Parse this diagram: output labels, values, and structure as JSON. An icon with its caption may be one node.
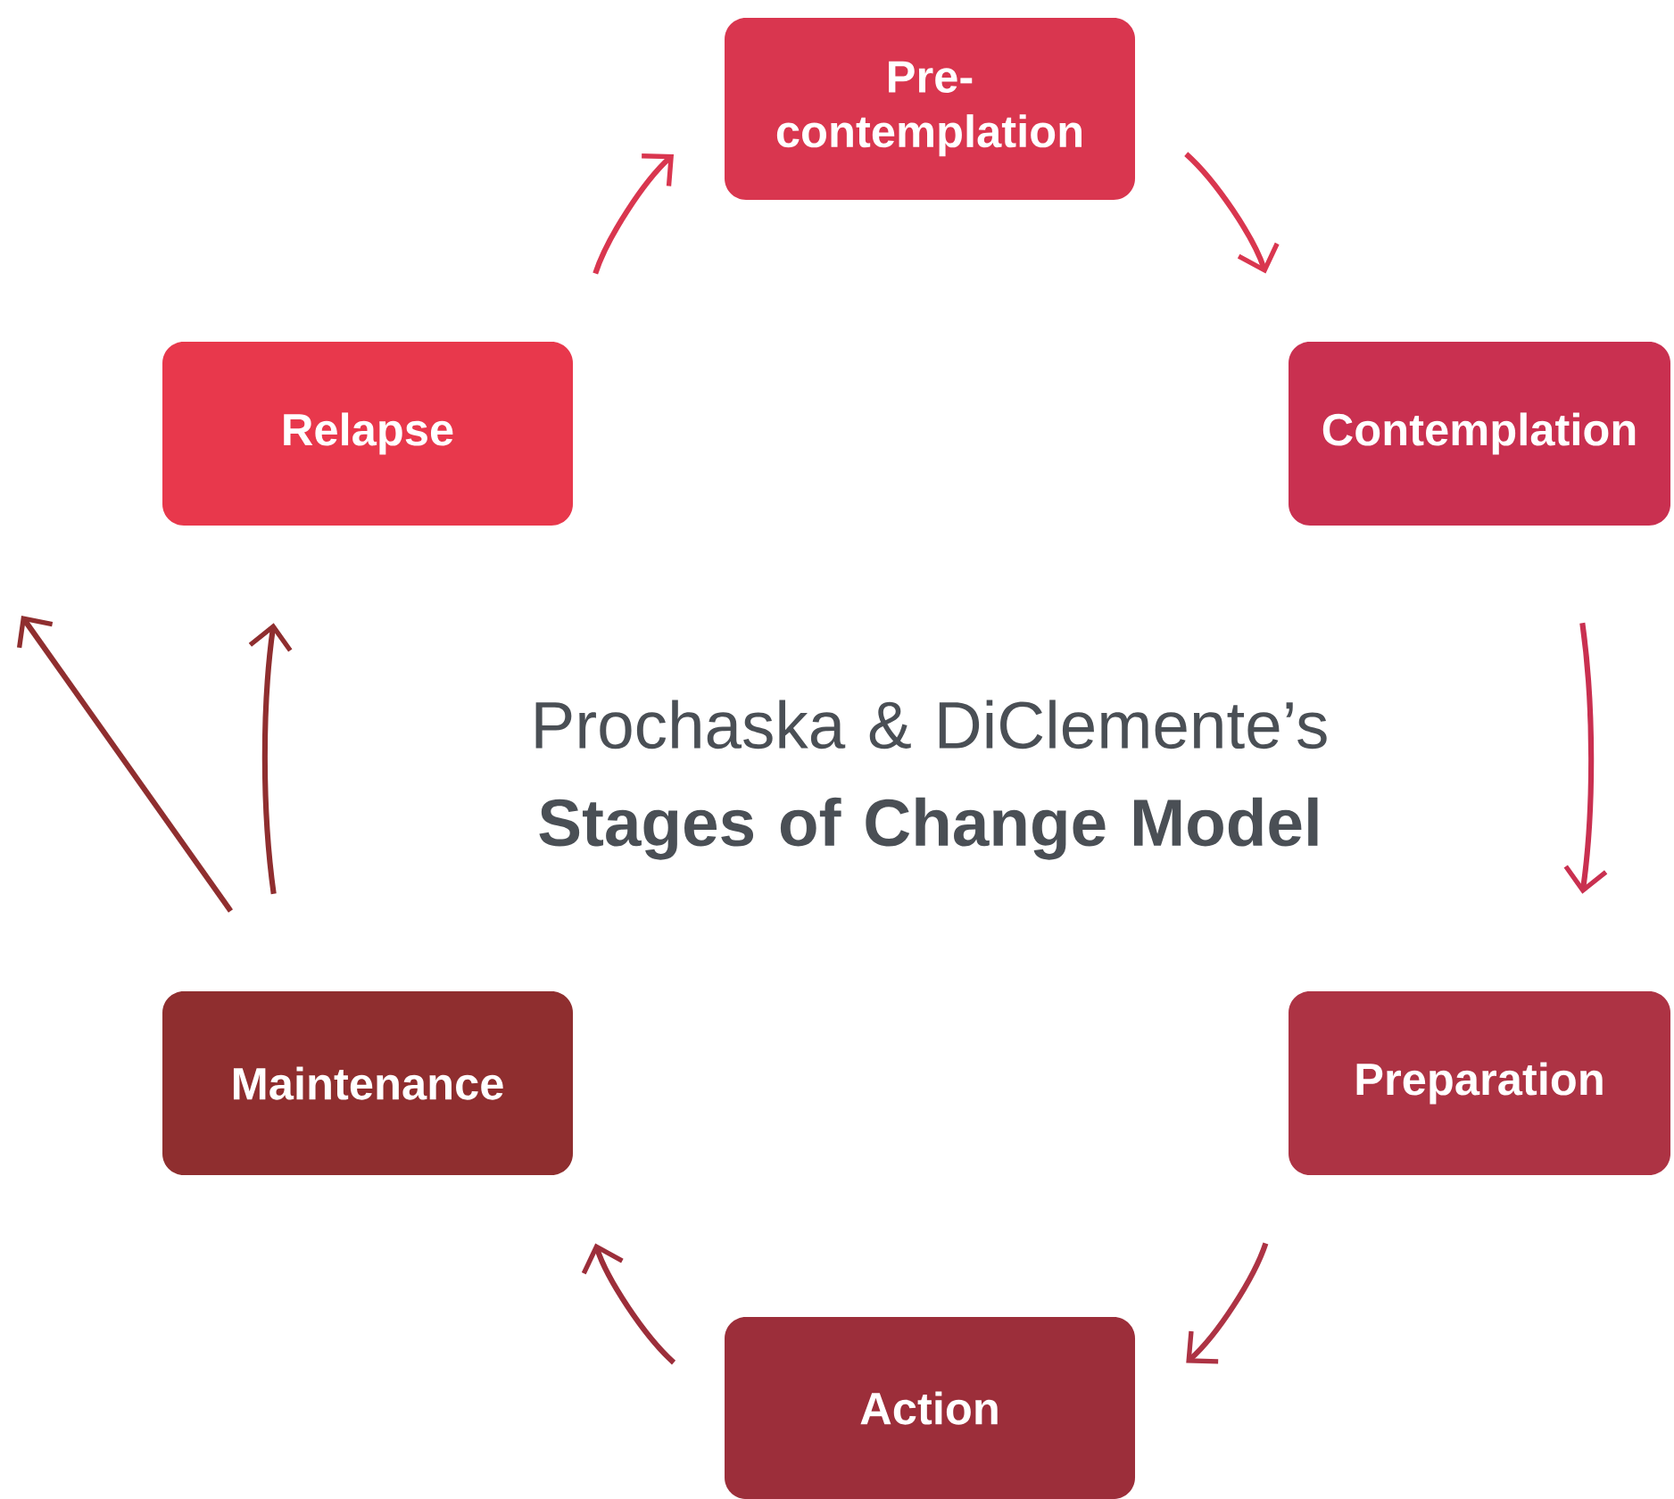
{
  "diagram": {
    "title": "Prochaska & DiClemente’s **Stages of Change Model**",
    "nodes": [
      {
        "text": [
          "Pre-contemplation"
        ]
      },
      {
        "text": [
          "Contemplation"
        ]
      },
      {
        "text": [
          "Preparation"
        ]
      },
      {
        "text": [
          "Action"
        ]
      },
      {
        "text": [
          "Maintenance"
        ]
      },
      {
        "text": [
          "Relapse"
        ]
      }
    ],
    "edges": [
      {
        "from": 5,
        "to": 0,
        "arrow": "to",
        "color": "#d9364f"
      },
      {
        "from": 0,
        "to": 1,
        "arrow": "to",
        "color": "#d9364f"
      },
      {
        "from": 1,
        "to": 2,
        "arrow": "to",
        "color": "#c93050"
      },
      {
        "from": 2,
        "to": 3,
        "arrow": "to",
        "color": "#ad3344"
      },
      {
        "from": 3,
        "to": 4,
        "arrow": "to",
        "color": "#9c2e3a"
      },
      {
        "from": 4,
        "to": 5,
        "arrow": "to",
        "color": "#8f2e2f"
      },
      {
        "from": 4,
        "to": null,
        "arrow": "to",
        "color": "#8f2e2f"
      }
    ]
  }
}
